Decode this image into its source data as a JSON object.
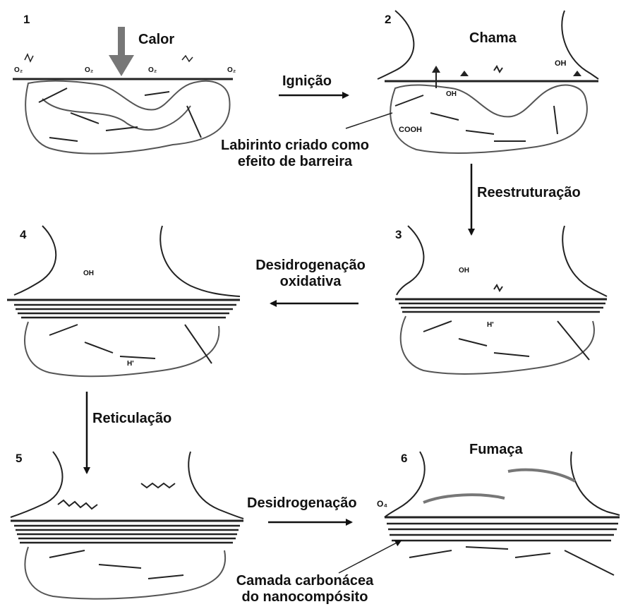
{
  "stages": [
    {
      "number": "1",
      "label": "Calor"
    },
    {
      "number": "2",
      "label": "Chama"
    },
    {
      "number": "3",
      "label": ""
    },
    {
      "number": "4",
      "label": ""
    },
    {
      "number": "5",
      "label": ""
    },
    {
      "number": "6",
      "label": "Fumaça"
    }
  ],
  "transitions": {
    "ignition": "Ignição",
    "restructuring": "Reestruturação",
    "oxidative_dehydro_line1": "Desidrogenação",
    "oxidative_dehydro_line2": "oxidativa",
    "crosslinking": "Reticulação",
    "dehydrogenation": "Desidrogenação"
  },
  "annotations": {
    "labyrinth_line1": "Labirinto criado como",
    "labyrinth_line2": "efeito de barreira",
    "char_line1": "Camada carbonácea",
    "char_line2": "do nanocompósito"
  },
  "chem_labels": {
    "o2": "O₂",
    "oh": "OH",
    "cooh": "COOH",
    "h_radical": "H'",
    "o4": "O₄"
  },
  "colors": {
    "line": "#222222",
    "arrow": "#111111",
    "heat_arrow": "#777777",
    "soft": "#555555"
  }
}
